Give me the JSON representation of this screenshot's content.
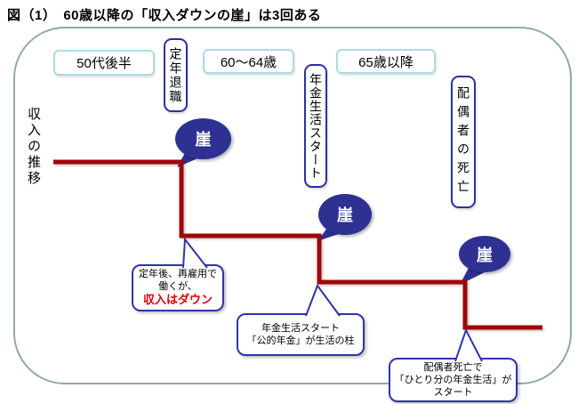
{
  "title": "図（1）　60歳以降の「収入ダウンの崖」は3回ある",
  "diagram": {
    "axis_label": "収入の推移",
    "age_labels": [
      "50代後半",
      "60～64歳",
      "65歳以降"
    ],
    "event_labels": [
      "定年退職",
      "年金生活スタート",
      "配偶者の死亡"
    ],
    "cliffs": [
      "崖",
      "崖",
      "崖"
    ],
    "callouts": [
      {
        "line1": "定年後、再雇用で",
        "line2": "働くが、",
        "highlight": "収入はダウン"
      },
      {
        "line1": "年金生活スタート",
        "line2": "「公的年金」が生活の柱"
      },
      {
        "line1": "配偶者死亡で",
        "line2": "「ひとり分の年金生活」が",
        "line3": "スタート"
      }
    ],
    "colors": {
      "income_line": "#A00508",
      "cliff_bubble": "#2E3192",
      "callout_border": "#2E35A8",
      "age_box_border": "#ABDBE2",
      "event_box_border": "#2B31A3",
      "frame_border": "#8FA8B0",
      "highlight_text": "#E00000"
    }
  }
}
